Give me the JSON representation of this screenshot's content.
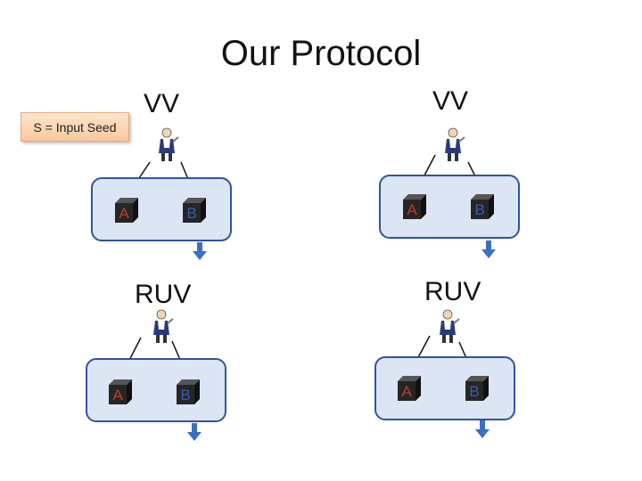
{
  "title": "Our Protocol",
  "seed_note": "S = Input Seed",
  "panels": [
    {
      "label": "VV",
      "box_a": "A",
      "box_b": "B"
    },
    {
      "label": "VV",
      "box_a": "A",
      "box_b": "B"
    },
    {
      "label": "RUV",
      "box_a": "A",
      "box_b": "B"
    },
    {
      "label": "RUV",
      "box_a": "A",
      "box_b": "B"
    }
  ],
  "colors": {
    "panel_fill": "#dbe5f3",
    "panel_border": "#31549a",
    "box_dark": "#262626",
    "box_red_text": "#c0392b",
    "box_blue_text": "#3a5db0",
    "seed_fill": "#fbd5b5"
  }
}
